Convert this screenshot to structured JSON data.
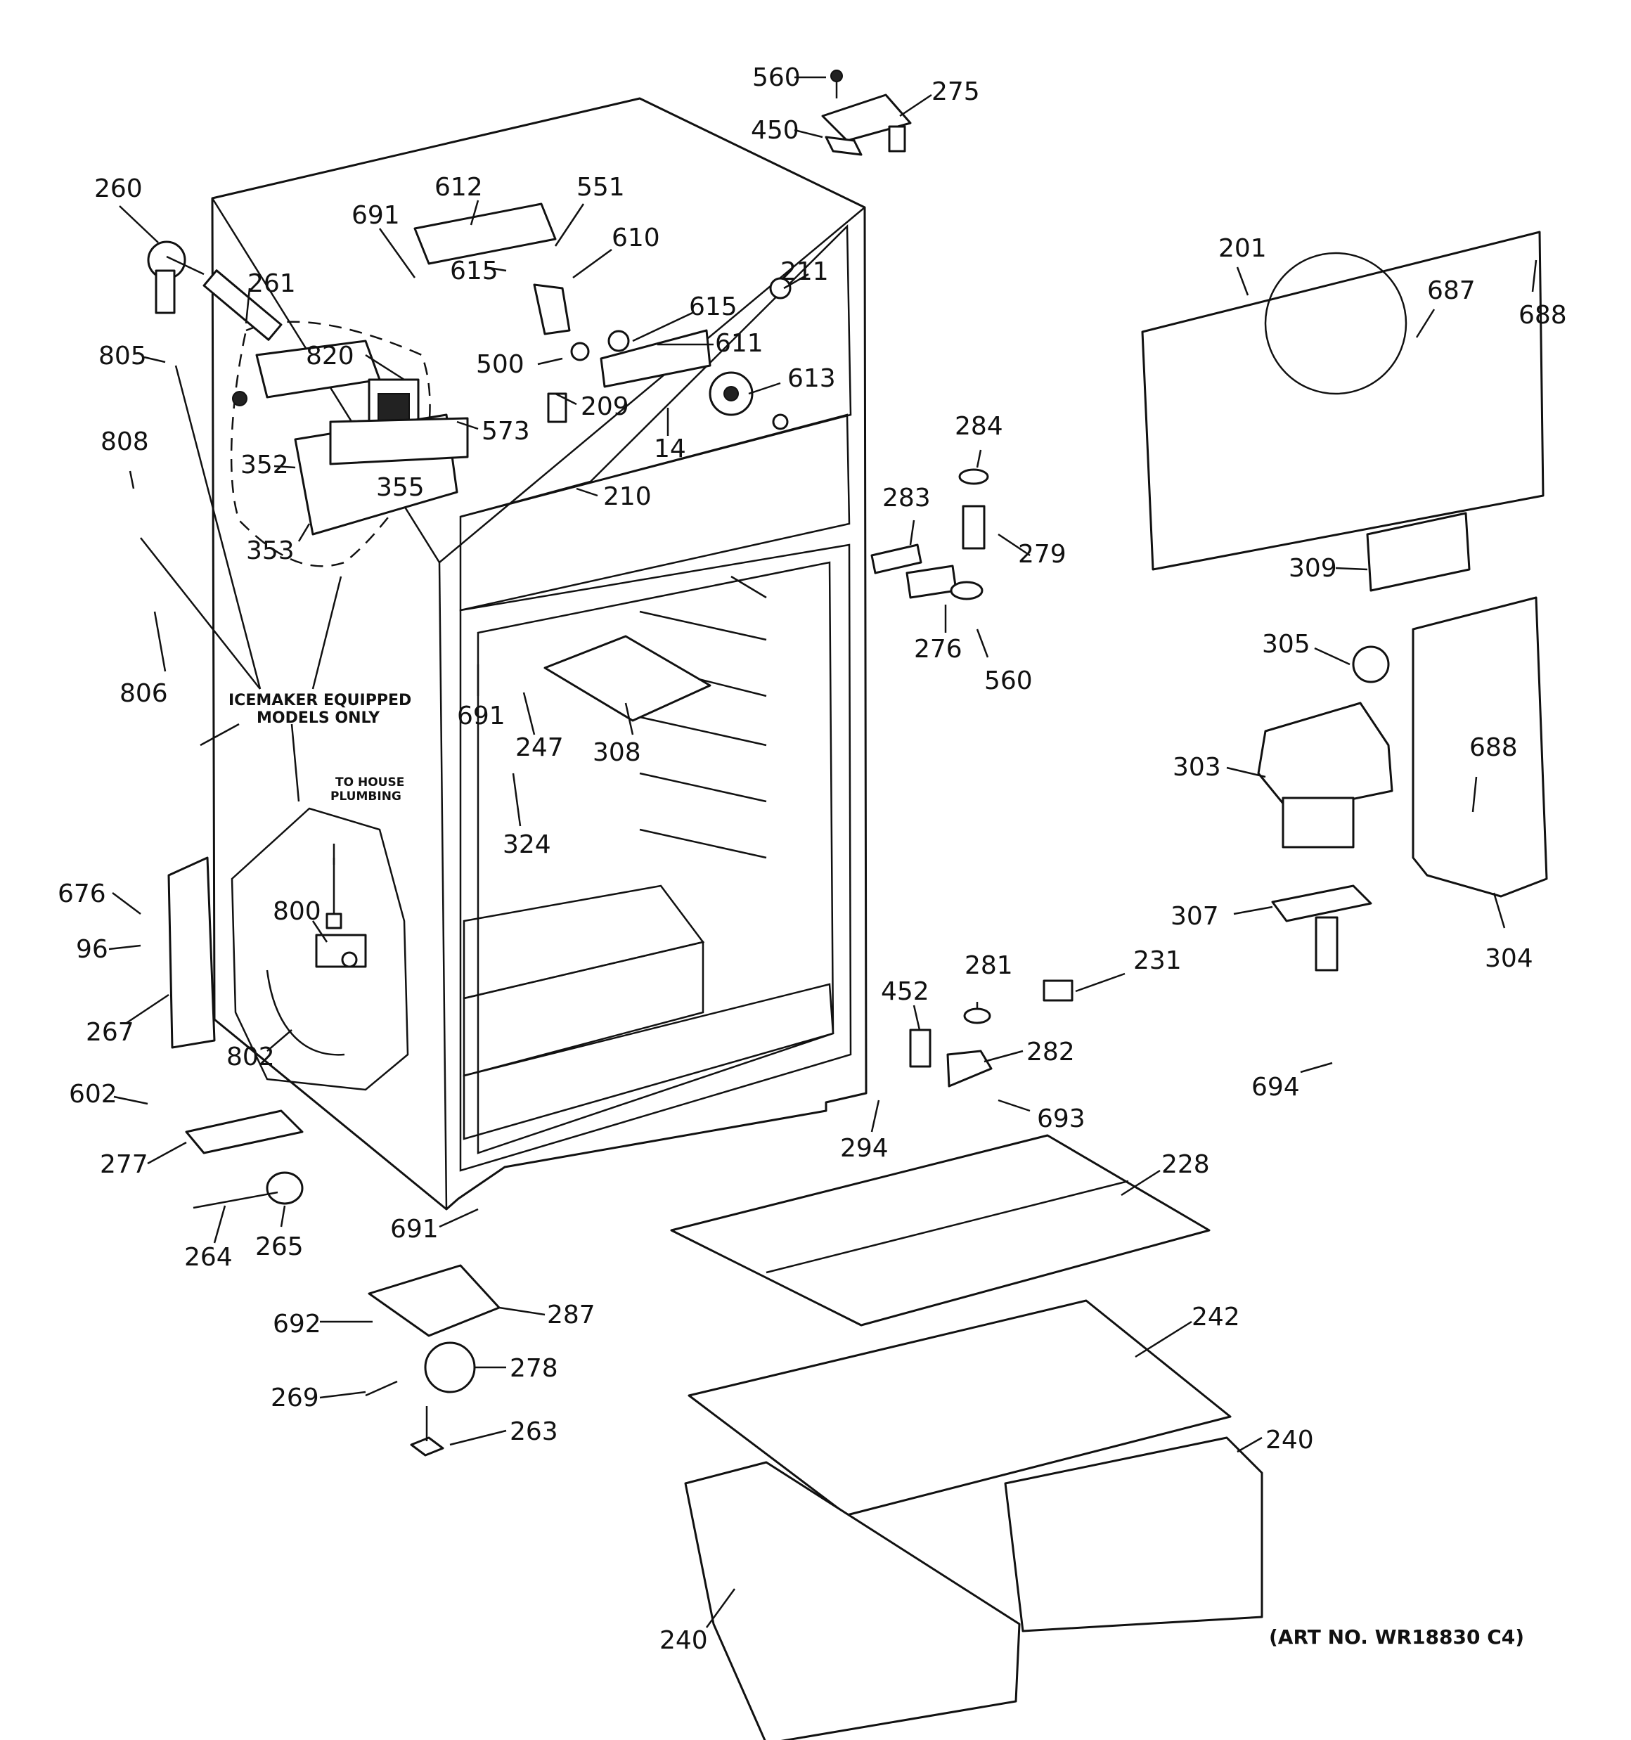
{
  "callouts": [
    "560",
    "275",
    "450",
    "260",
    "691",
    "612",
    "551",
    "610",
    "211",
    "201",
    "688",
    "687",
    "261",
    "615",
    "615",
    "611",
    "805",
    "820",
    "500",
    "613",
    "209",
    "573",
    "14",
    "808",
    "352",
    "355",
    "284",
    "283",
    "210",
    "279",
    "353",
    "309",
    "305",
    "276",
    "560",
    "806",
    "691",
    "247",
    "308",
    "303",
    "688",
    "324",
    "676",
    "800",
    "96",
    "307",
    "304",
    "267",
    "802",
    "231",
    "452",
    "281",
    "282",
    "694",
    "693",
    "602",
    "294",
    "277",
    "228",
    "691",
    "264",
    "265",
    "287",
    "692",
    "242",
    "278",
    "269",
    "263",
    "240",
    "240"
  ],
  "notes": {
    "icemaker_line1": "ICEMAKER EQUIPPED",
    "icemaker_line2": "MODELS ONLY",
    "plumbing_line1": "TO HOUSE",
    "plumbing_line2": "PLUMBING"
  },
  "art_number": "(ART NO. WR18830 C4)"
}
